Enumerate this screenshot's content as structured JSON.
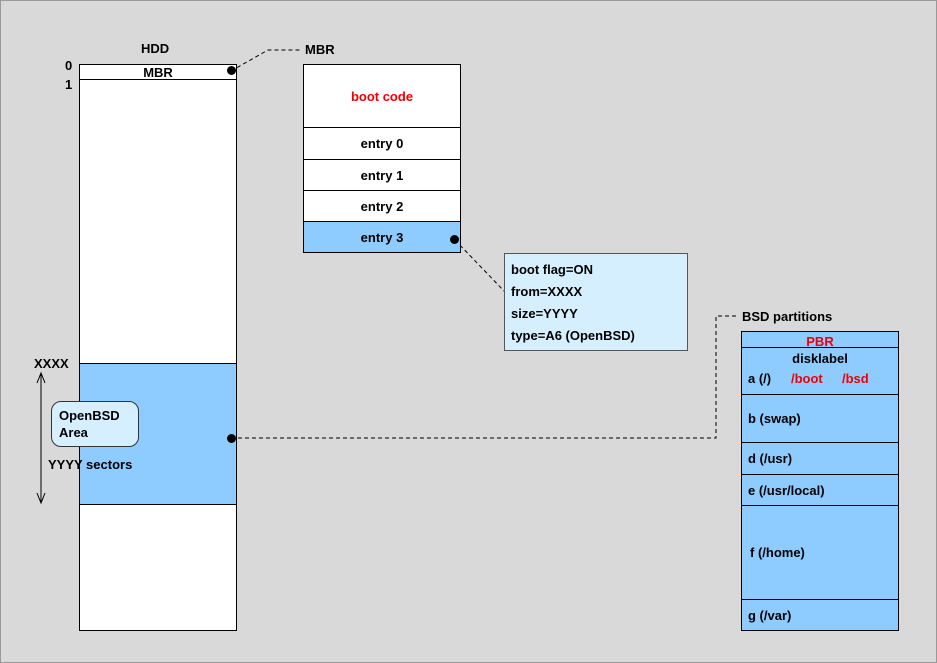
{
  "hdd": {
    "title": "HDD",
    "sector_0": "0",
    "sector_1": "1",
    "mbr_label": "MBR",
    "xxxx_label": "XXXX",
    "area_label_line1": "OpenBSD",
    "area_label_line2": "Area",
    "yyyy_label": "YYYY sectors"
  },
  "mbr": {
    "title": "MBR",
    "boot_code": "boot code",
    "entries": [
      "entry 0",
      "entry 1",
      "entry 2",
      "entry 3"
    ]
  },
  "entry_info": {
    "lines": [
      "boot flag=ON",
      "from=XXXX",
      "size=YYYY",
      "type=A6 (OpenBSD)"
    ]
  },
  "bsd": {
    "title": "BSD partitions",
    "pbr": "PBR",
    "disklabel": "disklabel",
    "a_label": "a (/)",
    "a_boot": "/boot",
    "a_bsd": "/bsd",
    "partitions": [
      "b (swap)",
      "d (/usr)",
      "e (/usr/local)",
      "f (/home)",
      "g (/var)"
    ]
  },
  "colors": {
    "background": "#d9d9d9",
    "highlight": "#8ecbff",
    "info_box": "#d6efff",
    "boot_text": "#f00000"
  }
}
